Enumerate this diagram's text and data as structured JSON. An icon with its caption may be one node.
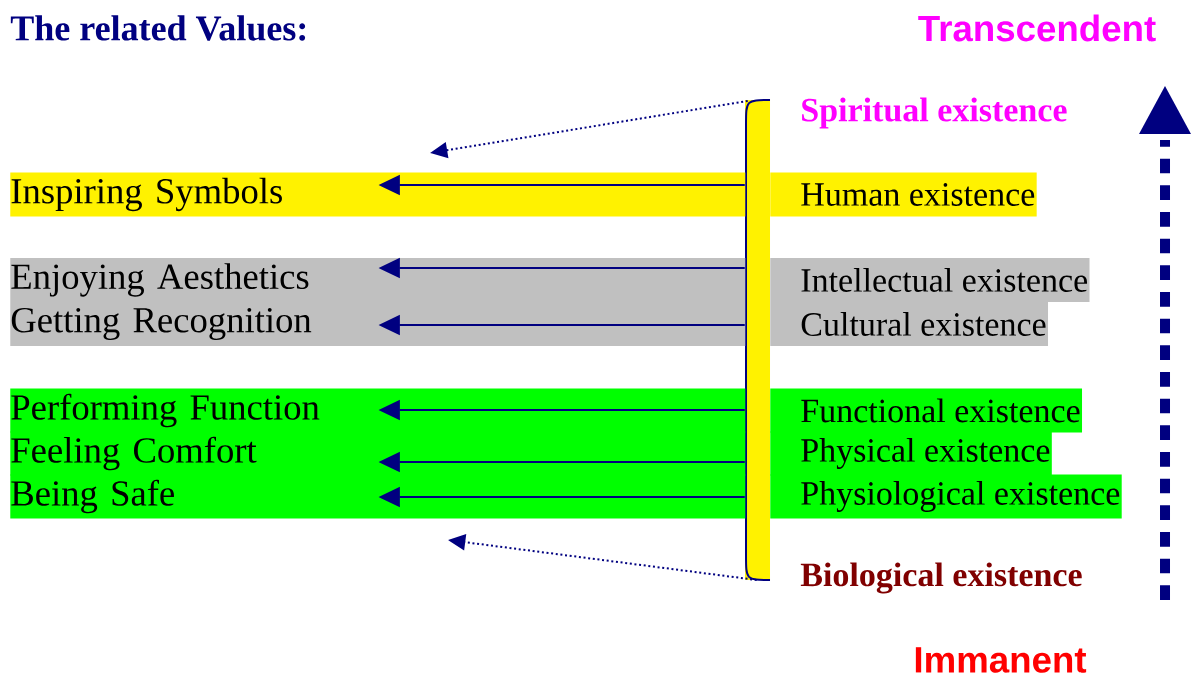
{
  "diagram": {
    "title": "The related Values:",
    "nodes": [
      {
        "text": [
          "Spiritual existence"
        ]
      },
      {
        "text": [
          "Inspiring Symbols"
        ]
      },
      {
        "text": [
          "Human existence"
        ]
      },
      {
        "text": [
          "Enjoying Aesthetics"
        ]
      },
      {
        "text": [
          "Intellectual existence"
        ]
      },
      {
        "text": [
          "Getting Recognition"
        ]
      },
      {
        "text": [
          "Cultural existence"
        ]
      },
      {
        "text": [
          "Performing Function"
        ]
      },
      {
        "text": [
          "Functional existence"
        ]
      },
      {
        "text": [
          "Feeling Comfort"
        ]
      },
      {
        "text": [
          "Physical existence"
        ]
      },
      {
        "text": [
          "Being Safe"
        ]
      },
      {
        "text": [
          "Physiological existence"
        ]
      },
      {
        "text": [
          "Biological existence"
        ]
      },
      {
        "text": [],
        "shape": "bar"
      }
    ],
    "edges": [
      {
        "from": 14,
        "to": null,
        "arrow": "to",
        "style": "dashed"
      },
      {
        "from": 14,
        "to": 1,
        "arrow": "to"
      },
      {
        "from": 14,
        "to": 3,
        "arrow": "to"
      },
      {
        "from": 14,
        "to": 5,
        "arrow": "to"
      },
      {
        "from": 14,
        "to": 7,
        "arrow": "to"
      },
      {
        "from": 14,
        "to": 9,
        "arrow": "to"
      },
      {
        "from": 14,
        "to": 11,
        "arrow": "to"
      },
      {
        "from": 14,
        "to": null,
        "arrow": "to",
        "style": "dashed"
      }
    ],
    "labels": [
      "Transcendent",
      "Immanent"
    ]
  }
}
